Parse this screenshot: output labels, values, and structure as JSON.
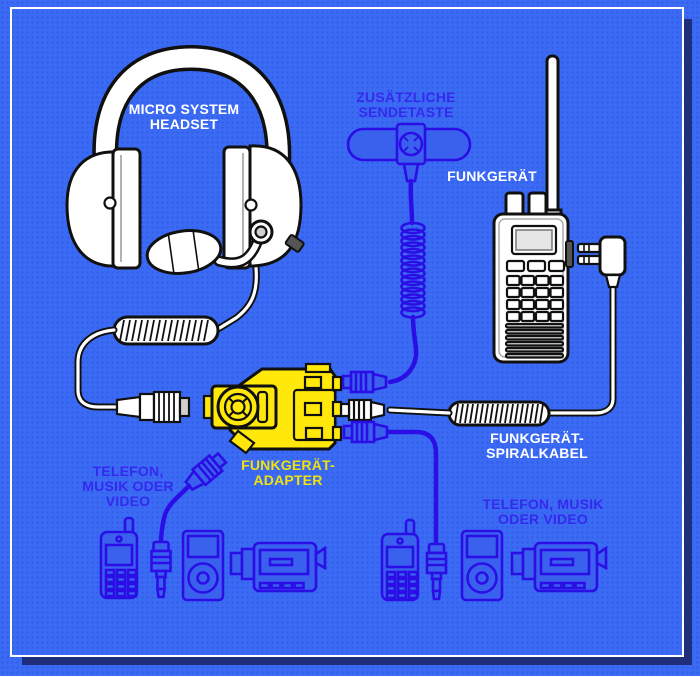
{
  "theme": {
    "bg": "#3B6BF4",
    "outline_blue": "#2B0EE6",
    "dev_fill": "#3A61EE",
    "label_blue": "#3629EE",
    "accent_yellow": "#FFE80A",
    "label_yellow": "#EFE20E",
    "shadow_navy": "#1E2E7A",
    "ink": "#101010"
  },
  "diagram": {
    "labels": {
      "headset": "MICRO SYSTEM\nHEADSET",
      "extra_ptt": "ZUSÄTZLICHE\nSENDETASTE",
      "radio": "FUNKGERÄT",
      "radio_adapter": "FUNKGERÄT-\nADAPTER",
      "radio_coil_cable": "FUNKGERÄT-\nSPIRALKABEL",
      "devices_left": "TELEFON,\nMUSIK ODER\nVIDEO",
      "devices_right": "TELEFON, MUSIK\nODER VIDEO"
    },
    "components": [
      {
        "name": "micro-system-headset",
        "style": "white outline drawing"
      },
      {
        "name": "extra-transmit-button",
        "style": "blue outline drawing"
      },
      {
        "name": "handheld-radio",
        "style": "white outline drawing"
      },
      {
        "name": "two-pin-radio-plug",
        "style": "white outline drawing"
      },
      {
        "name": "radio-adapter",
        "style": "yellow highlighted drawing"
      },
      {
        "name": "radio-coil-cable",
        "style": "white outline drawing"
      },
      {
        "name": "aux-jack-cable-left",
        "style": "blue outline drawing"
      },
      {
        "name": "aux-jack-cable-right",
        "style": "blue outline drawing"
      },
      {
        "name": "mobile-phone",
        "style": "blue outline drawing"
      },
      {
        "name": "music-player",
        "style": "blue outline drawing"
      },
      {
        "name": "video-camera",
        "style": "blue outline drawing"
      }
    ]
  }
}
